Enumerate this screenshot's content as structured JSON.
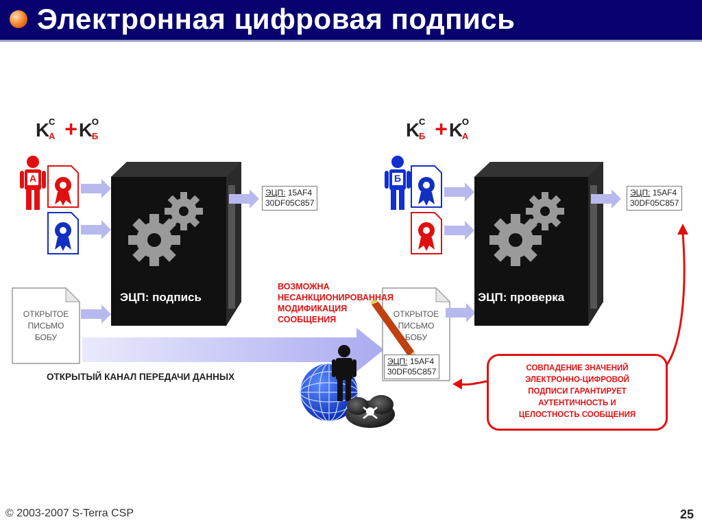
{
  "slide": {
    "title": "Электронная цифровая подпись",
    "footer_copyright": "© 2003-2007  S-Terra CSP",
    "page_number": "25"
  },
  "left": {
    "formula": {
      "k1": "K",
      "k1_sup": "С",
      "k1_sub": "А",
      "k2": "K",
      "k2_sup": "О",
      "k2_sub": "Б"
    },
    "person_letter": "А",
    "box_caption": "ЭЦП: подпись",
    "document_lines": [
      "ОТКРЫТОЕ",
      "ПИСЬМО",
      "БОБУ"
    ],
    "signature": {
      "label": "ЭЦП:",
      "line1": "15AF4",
      "line2": "30DF05C857"
    }
  },
  "right": {
    "formula": {
      "k1": "K",
      "k1_sup": "С",
      "k1_sub": "Б",
      "k2": "K",
      "k2_sup": "О",
      "k2_sub": "А"
    },
    "person_letter": "Б",
    "box_caption": "ЭЦП: проверка",
    "signature": {
      "label": "ЭЦП:",
      "line1": "15AF4",
      "line2": "30DF05C857"
    }
  },
  "middle": {
    "warning_lines": [
      "ВОЗМОЖНА",
      "НЕСАНКЦИОНИРОВАННАЯ",
      "МОДИФИКАЦИЯ",
      "СООБЩЕНИЯ"
    ],
    "document_lines": [
      "ОТКРЫТОЕ",
      "ПИСЬМО",
      "БОБУ"
    ],
    "signature": {
      "label": "ЭЦП:",
      "line1": "15AF4",
      "line2": "30DF05C857"
    },
    "channel_label": "ОТКРЫТЫЙ КАНАЛ ПЕРЕДАЧИ ДАННЫХ"
  },
  "verify_note_lines": [
    "СОВПАДЕНИЕ ЗНАЧЕНИЙ",
    "ЭЛЕКТРОННО-ЦИФРОВОЙ",
    "ПОДПИСИ ГАРАНТИРУЕТ",
    "АУТЕНТИЧНОСТЬ И",
    "ЦЕЛОСТНОСТЬ СООБЩЕНИЯ"
  ],
  "colors": {
    "title_bar": "#07006e",
    "accent_red": "#e01010",
    "arrow": "#b7b9ee",
    "box": "#111111",
    "person_a": "#e01010",
    "person_b": "#1030d0"
  }
}
